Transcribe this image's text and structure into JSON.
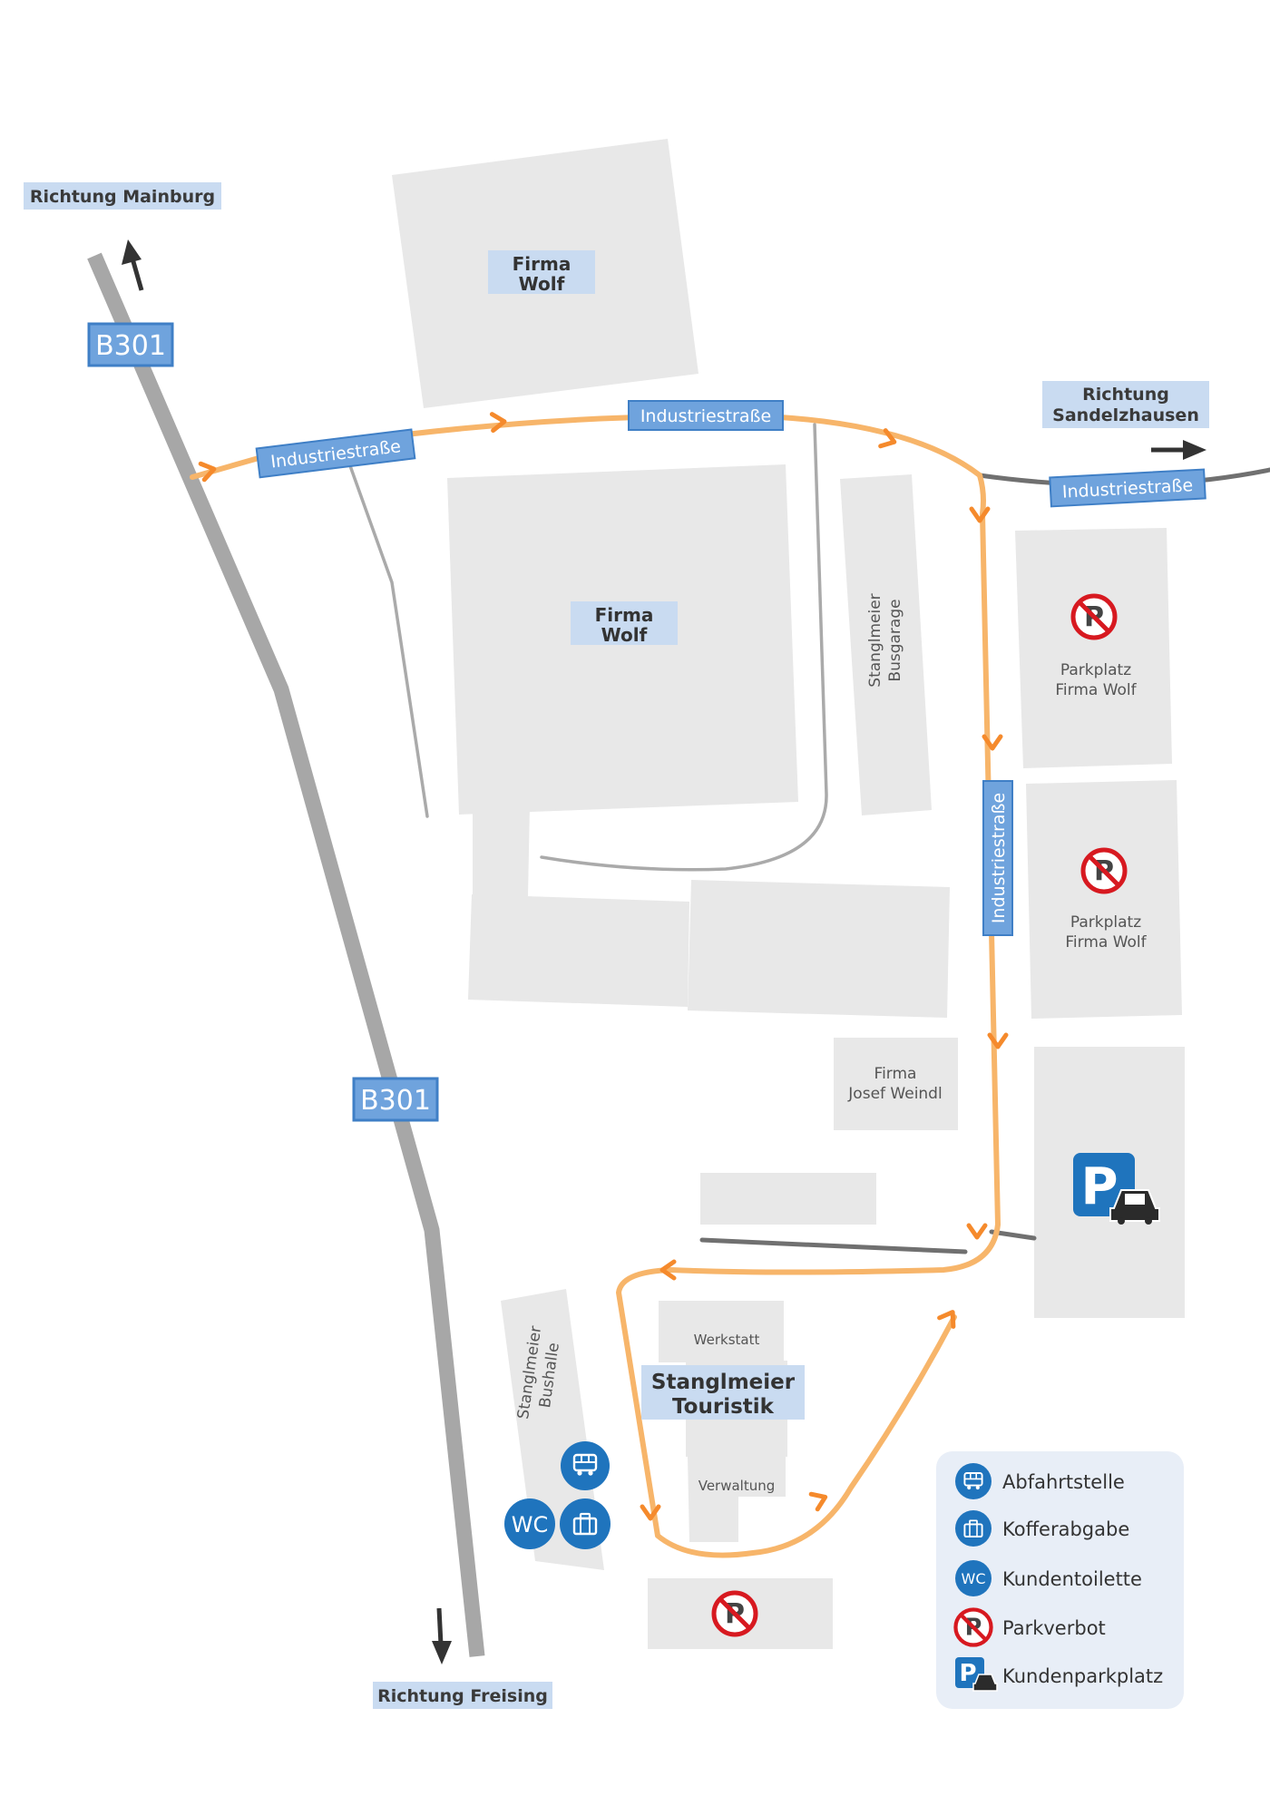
{
  "directions": {
    "mainburg": "Richtung Mainburg",
    "sandelzhausen_1": "Richtung",
    "sandelzhausen_2": "Sandelzhausen",
    "freising": "Richtung Freising"
  },
  "roads": {
    "b301": "B301",
    "industriestrasse": "Industriestraße"
  },
  "buildings": {
    "firma_wolf_1": "Firma",
    "firma_wolf_2": "Wolf",
    "busgarage_1": "Stanglmeier",
    "busgarage_2": "Busgarage",
    "parkplatz_1": "Parkplatz",
    "parkplatz_2": "Firma Wolf",
    "weindl_1": "Firma",
    "weindl_2": "Josef Weindl",
    "bushalle_1": "Stanglmeier",
    "bushalle_2": "Bushalle",
    "werkstatt": "Werkstatt",
    "touristik_1": "Stanglmeier",
    "touristik_2": "Touristik",
    "verwaltung": "Verwaltung"
  },
  "icons": {
    "wc": "WC",
    "p": "P"
  },
  "legend": {
    "abfahrt": "Abfahrtstelle",
    "koffer": "Kofferabgabe",
    "toilette": "Kundentoilette",
    "parkverbot": "Parkverbot",
    "kundenparkplatz": "Kundenparkplatz"
  },
  "colors": {
    "route": "#f7b56a",
    "arrow": "#f58a2c",
    "label_blue": "#6fa3dd",
    "label_light": "#c9dbf1",
    "icon_blue": "#1f74bd",
    "building": "#e8e8e8",
    "road_gray": "#a7a7a7",
    "noparking_red": "#d71920"
  }
}
